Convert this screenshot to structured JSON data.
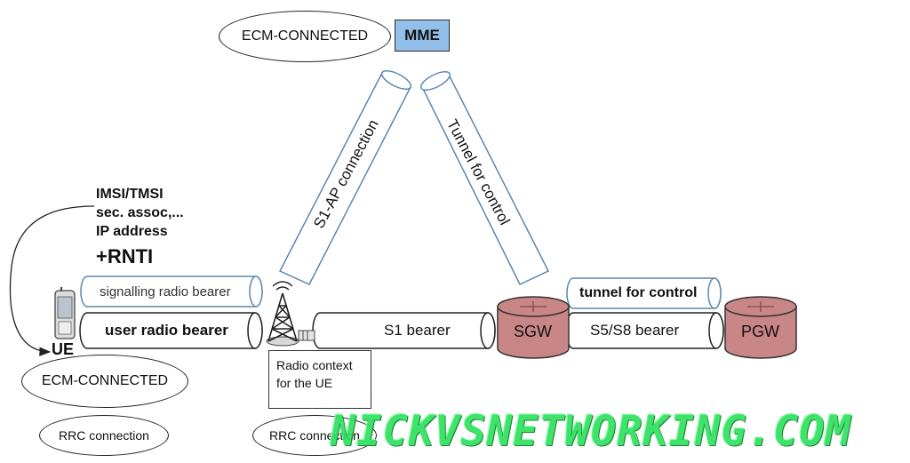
{
  "mme": {
    "label": "MME",
    "color": "#92c0ea"
  },
  "top_state": "ECM-CONNECTED",
  "tunnels": {
    "s1ap": "S1-AP connection",
    "control": "Tunnel for control"
  },
  "ue_info": {
    "line1": "IMSI/TMSI",
    "line2": "sec. assoc,...",
    "line3": "IP address",
    "rnti": "+RNTI"
  },
  "bearers": {
    "signalling": "signalling radio bearer",
    "user": "user radio bearer",
    "s1": "S1 bearer",
    "tunnel_control": "tunnel for control",
    "s5s8": "S5/S8 bearer"
  },
  "nodes": {
    "ue": "UE",
    "sgw": "SGW",
    "pgw": "PGW",
    "gateway_color": "#c98686"
  },
  "ue_state": "ECM-CONNECTED",
  "rrc": {
    "left": "RRC connection",
    "right": "RRC connection"
  },
  "enb_note": {
    "line1": "Radio context",
    "line2": "for the UE"
  },
  "watermark": "NICKVSNETWORKING.COM"
}
